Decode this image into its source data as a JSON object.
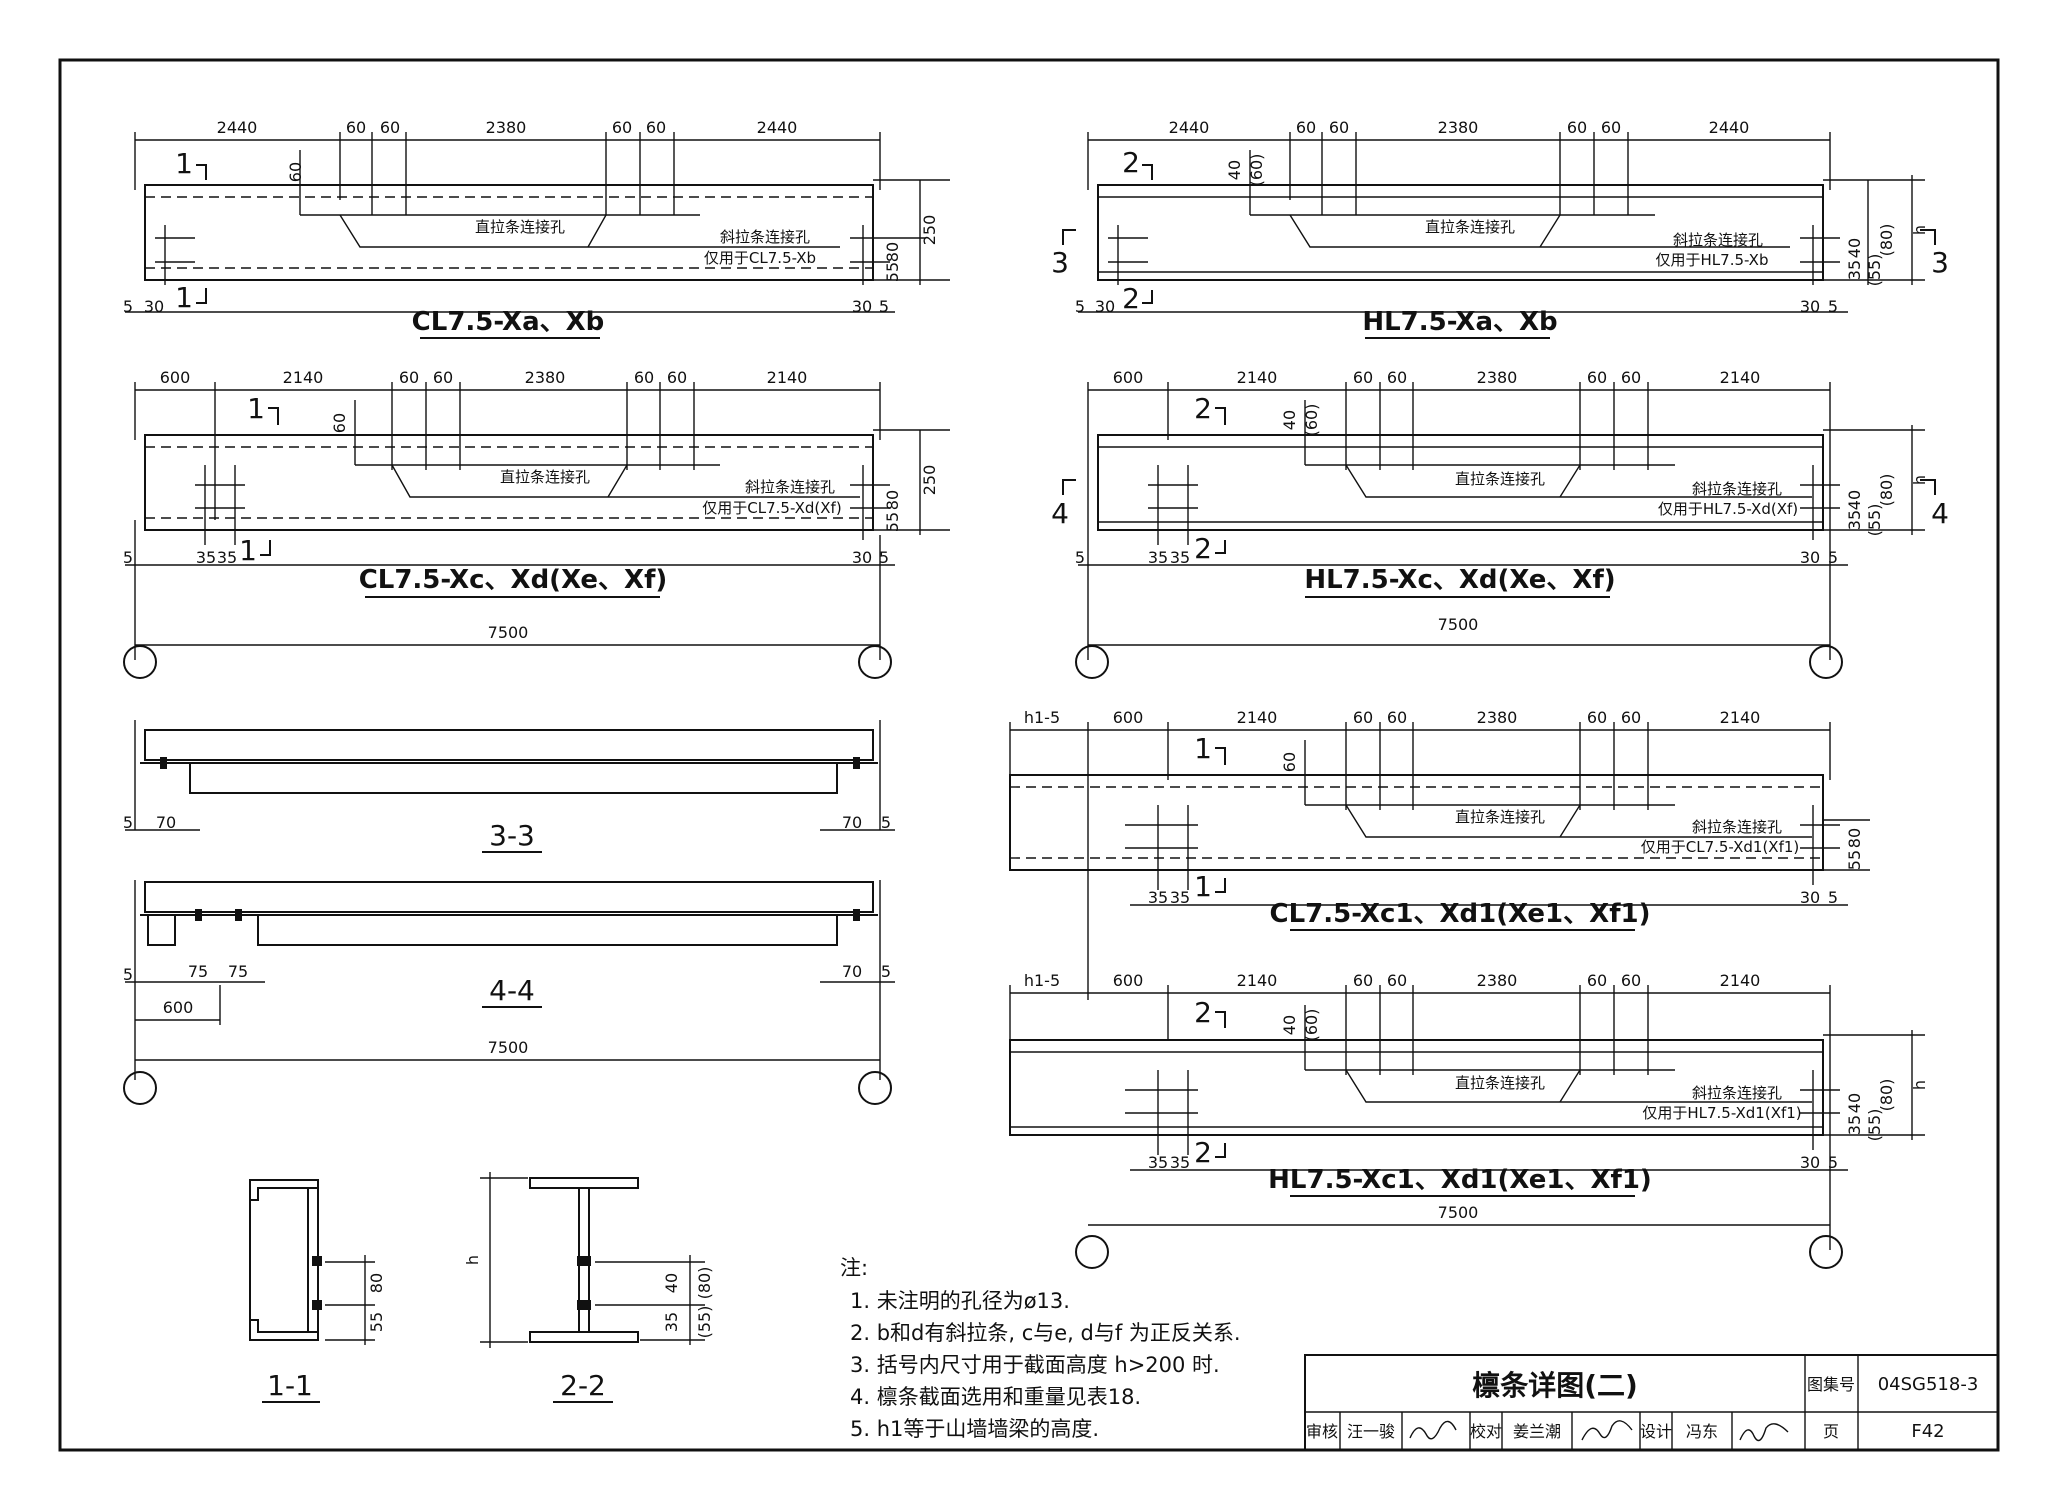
{
  "drawings": {
    "cl_xab": {
      "title": "CL7.5-Xa、Xb",
      "section": "1",
      "dims_top": [
        "2440",
        "60",
        "60",
        "2380",
        "60",
        "60",
        "2440"
      ],
      "dim_vert_top": "60",
      "dim_h": "250",
      "dims_right": [
        "80",
        "55"
      ],
      "dims_bottom": [
        "5",
        "30",
        "30",
        "5"
      ],
      "hole_label": "直拉条连接孔",
      "diag_label": "斜拉条连接孔",
      "only_for": "仅用于CL7.5-Xb"
    },
    "hl_xab": {
      "title": "HL7.5-Xa、Xb",
      "section_top": "2",
      "section_side": "3",
      "dims_top": [
        "2440",
        "60",
        "60",
        "2380",
        "60",
        "60",
        "2440"
      ],
      "dim_vert_top": "40",
      "dim_vert_top_alt": "(60)",
      "dim_h": "h",
      "dims_right": [
        "(80)",
        "40",
        "35",
        "(55)"
      ],
      "dims_bottom": [
        "5",
        "30",
        "30",
        "5"
      ],
      "hole_label": "直拉条连接孔",
      "diag_label": "斜拉条连接孔",
      "only_for": "仅用于HL7.5-Xb"
    },
    "cl_xcd": {
      "title": "CL7.5-Xc、Xd(Xe、Xf)",
      "section": "1",
      "dims_top": [
        "600",
        "2140",
        "60",
        "60",
        "2380",
        "60",
        "60",
        "2140"
      ],
      "dim_vert_top": "60",
      "dim_h": "250",
      "dims_right": [
        "80",
        "55"
      ],
      "dims_bottom": [
        "5",
        "35",
        "35",
        "30",
        "5"
      ],
      "total": "7500",
      "hole_label": "直拉条连接孔",
      "diag_label": "斜拉条连接孔",
      "only_for": "仅用于CL7.5-Xd(Xf)"
    },
    "hl_xcd": {
      "title": "HL7.5-Xc、Xd(Xe、Xf)",
      "section_top": "2",
      "section_side": "4",
      "dims_top": [
        "600",
        "2140",
        "60",
        "60",
        "2380",
        "60",
        "60",
        "2140"
      ],
      "dim_vert_top": "40",
      "dim_vert_top_alt": "(60)",
      "dim_h": "h",
      "dims_right": [
        "(80)",
        "40",
        "35",
        "(55)"
      ],
      "dims_bottom": [
        "5",
        "35",
        "35",
        "30",
        "5"
      ],
      "total": "7500",
      "hole_label": "直拉条连接孔",
      "diag_label": "斜拉条连接孔",
      "only_for": "仅用于HL7.5-Xd(Xf)"
    },
    "sec33": {
      "title": "3-3",
      "dims": [
        "5",
        "70",
        "70",
        "5"
      ]
    },
    "sec44": {
      "title": "4-4",
      "dims": [
        "5",
        "75",
        "75",
        "70",
        "5",
        "600"
      ],
      "total": "7500"
    },
    "cl_xcd1": {
      "title": "CL7.5-Xc1、Xd1(Xe1、Xf1)",
      "section": "1",
      "dims_top": [
        "h1-5",
        "600",
        "2140",
        "60",
        "60",
        "2380",
        "60",
        "60",
        "2140"
      ],
      "dim_vert_top": "60",
      "dims_right": [
        "80",
        "55"
      ],
      "dims_bottom": [
        "35",
        "35",
        "30",
        "5"
      ],
      "hole_label": "直拉条连接孔",
      "diag_label": "斜拉条连接孔",
      "only_for": "仅用于CL7.5-Xd1(Xf1)"
    },
    "hl_xcd1": {
      "title": "HL7.5-Xc1、Xd1(Xe1、Xf1)",
      "section": "2",
      "dims_top": [
        "h1-5",
        "600",
        "2140",
        "60",
        "60",
        "2380",
        "60",
        "60",
        "2140"
      ],
      "dim_vert_top": "40",
      "dim_vert_top_alt": "(60)",
      "dim_h": "h",
      "dims_right": [
        "(80)",
        "40",
        "35",
        "(55)"
      ],
      "dims_bottom": [
        "35",
        "35",
        "30",
        "5"
      ],
      "total": "7500",
      "hole_label": "直拉条连接孔",
      "diag_label": "斜拉条连接孔",
      "only_for": "仅用于HL7.5-Xd1(Xf1)"
    },
    "sec11": {
      "title": "1-1",
      "dims": [
        "80",
        "55"
      ]
    },
    "sec22": {
      "title": "2-2",
      "dim_h": "h",
      "dims": [
        "40",
        "35",
        "(80)",
        "(55)"
      ]
    }
  },
  "notes": {
    "header": "注:",
    "items": [
      "1. 未注明的孔径为ø13.",
      "2. b和d有斜拉条, c与e, d与f 为正反关系.",
      "3. 括号内尺寸用于截面高度 h>200 时.",
      "4. 檩条截面选用和重量见表18.",
      "5. h1等于山墙墙梁的高度."
    ]
  },
  "title_block": {
    "title": "檩条详图(二)",
    "atlas_label": "图集号",
    "atlas_no": "04SG518-3",
    "review_label": "审核",
    "reviewer": "汪一骏",
    "check_label": "校对",
    "checker": "姜兰潮",
    "design_label": "设计",
    "designer": "冯东",
    "page_label": "页",
    "page_no": "F42"
  }
}
